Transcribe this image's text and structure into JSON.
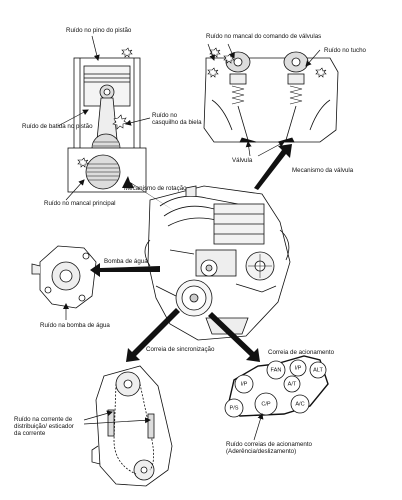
{
  "labels": {
    "piston_pin_noise": "Ruído no pino do pistão",
    "piston_slap_noise": "Ruído de batida no pistão",
    "rod_bearing_noise": "Ruído no casquilho da biela",
    "main_bearing_noise": "Ruído no mancal principal",
    "rotation_mechanism": "Mecanismo de rotação",
    "camshaft_bearing_noise": "Ruído no mancal do comando de válvulas",
    "tappet_noise": "Ruído no tucho",
    "valve": "Válvula",
    "valve_mechanism": "Mecanismo da válvula",
    "water_pump": "Bomba de água",
    "water_pump_noise": "Ruído na bomba de água",
    "timing_chain": "Correia de sincronização",
    "drive_belt": "Correia de acionamento",
    "chain_tensioner_noise": "Ruído na corrente de distribuição/ esticador da corrente",
    "drive_belt_noise": "Ruído correias de acionamento (Aderência/deslizamento)"
  },
  "pulleys": {
    "fan": "FAN",
    "ip": "I/P",
    "alt": "ALT",
    "at": "A/T",
    "ip2": "I/P",
    "ps": "P/S",
    "cp": "C/P",
    "ac": "A/C"
  }
}
